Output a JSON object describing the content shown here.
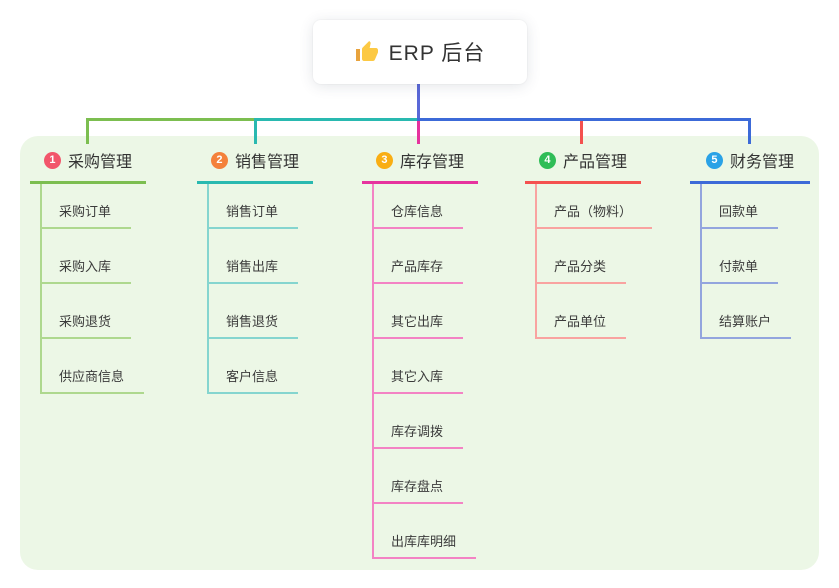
{
  "root": {
    "title": "ERP 后台",
    "icon": "thumbs-up-icon"
  },
  "colors": {
    "panel_background": "#ecf7e6",
    "root_stem": "#5a68d8",
    "branch_1": "#7cbe50",
    "branch_2": "#29b9b0",
    "branch_3": "#e6339e",
    "branch_4": "#f4514f",
    "branch_5": "#3c6ad8",
    "badge_1": "#f2566b",
    "badge_2": "#f4813b",
    "badge_3": "#f9ae13",
    "badge_4": "#2fbd57",
    "badge_5": "#2aa2e6"
  },
  "branches": [
    {
      "badge": "1",
      "title": "采购管理",
      "children": [
        "采购订单",
        "采购入库",
        "采购退货",
        "供应商信息"
      ]
    },
    {
      "badge": "2",
      "title": "销售管理",
      "children": [
        "销售订单",
        "销售出库",
        "销售退货",
        "客户信息"
      ]
    },
    {
      "badge": "3",
      "title": "库存管理",
      "children": [
        "仓库信息",
        "产品库存",
        "其它出库",
        "其它入库",
        "库存调拨",
        "库存盘点",
        "出库库明细"
      ]
    },
    {
      "badge": "4",
      "title": "产品管理",
      "children": [
        "产品（物料）",
        "产品分类",
        "产品单位"
      ]
    },
    {
      "badge": "5",
      "title": "财务管理",
      "children": [
        "回款单",
        "付款单",
        "结算账户"
      ]
    }
  ]
}
